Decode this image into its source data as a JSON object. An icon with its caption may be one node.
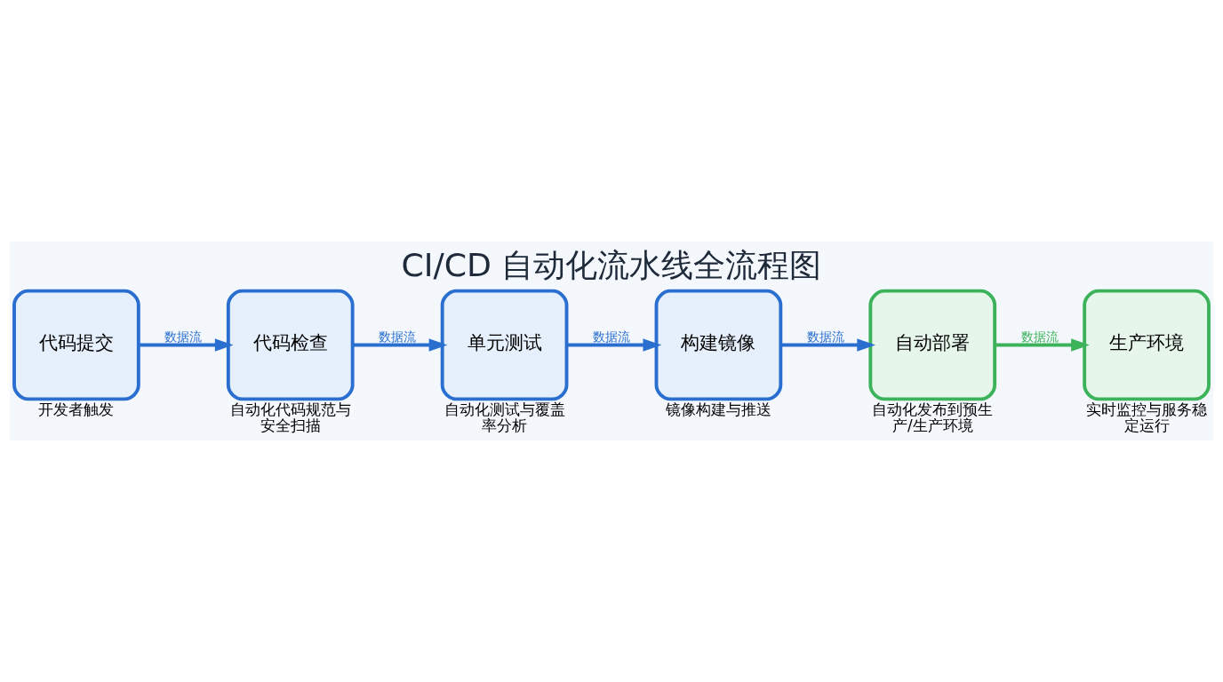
{
  "diagram": {
    "title": "CI/CD 自动化流水线全流程图",
    "nodes": [
      {
        "text": [
          "代码提交"
        ],
        "beside": [
          "开发者触发"
        ]
      },
      {
        "text": [
          "代码检查"
        ],
        "beside": [
          "自动化代码规范与安全扫描"
        ]
      },
      {
        "text": [
          "单元测试"
        ],
        "beside": [
          "自动化测试与覆盖率分析"
        ]
      },
      {
        "text": [
          "构建镜像"
        ],
        "beside": [
          "镜像构建与推送"
        ]
      },
      {
        "text": [
          "自动部署"
        ],
        "beside": [
          "自动化发布到预生产/生产环境"
        ]
      },
      {
        "text": [
          "生产环境"
        ],
        "beside": [
          "实时监控与服务稳定运行"
        ]
      }
    ],
    "edges": [
      {
        "from": 0,
        "to": 1,
        "arrow": "to",
        "label": "数据流"
      },
      {
        "from": 1,
        "to": 2,
        "arrow": "to",
        "label": "数据流"
      },
      {
        "from": 2,
        "to": 3,
        "arrow": "to",
        "label": "数据流"
      },
      {
        "from": 3,
        "to": 4,
        "arrow": "to",
        "label": "数据流"
      },
      {
        "from": 4,
        "to": 5,
        "arrow": "to",
        "label": "数据流",
        "color": "#3cb35a"
      }
    ]
  }
}
